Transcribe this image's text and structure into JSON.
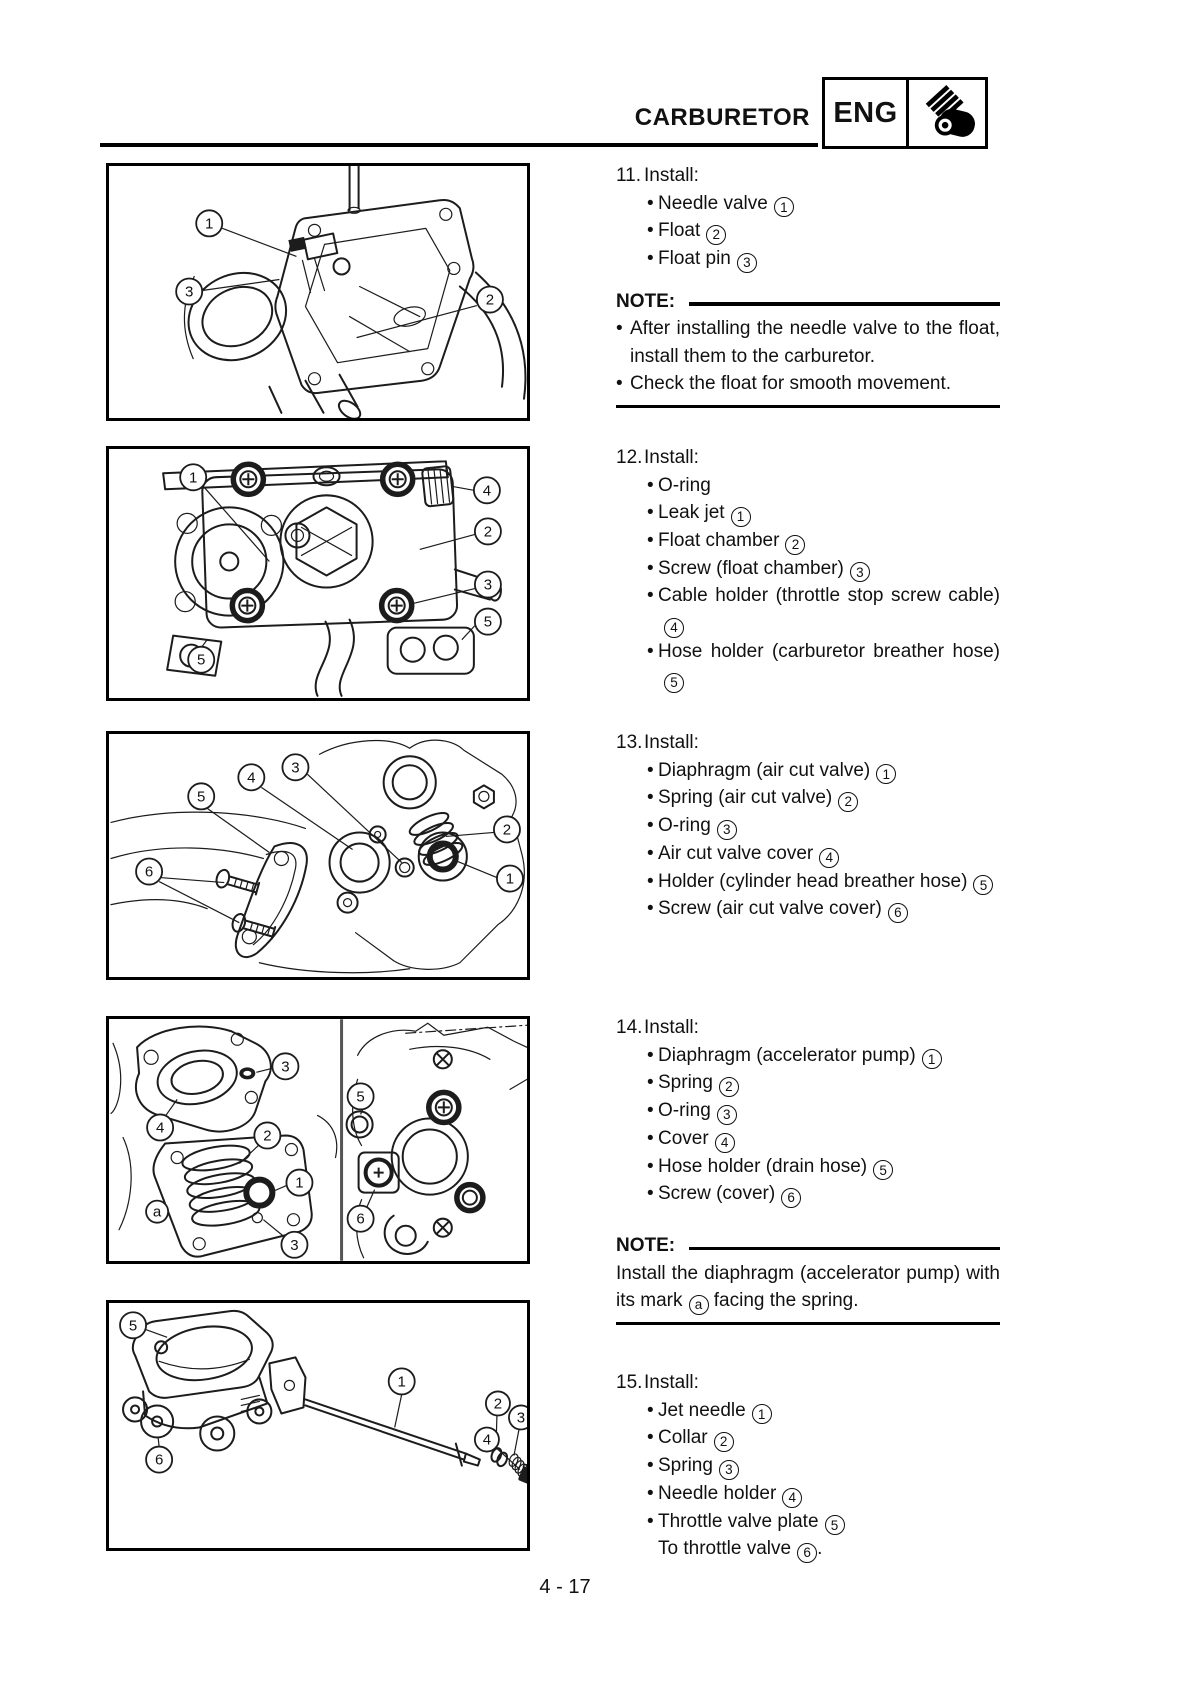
{
  "glyphs": {
    "bullet": "•"
  },
  "header": {
    "title": "CARBURETOR",
    "badge": "ENG",
    "icon": "piston-cylinder-icon"
  },
  "page_number": "4 - 17",
  "sections": [
    {
      "number": "11.",
      "action": "Install:",
      "items": [
        {
          "text": "Needle valve",
          "ref": "1"
        },
        {
          "text": "Float",
          "ref": "2"
        },
        {
          "text": "Float pin",
          "ref": "3"
        }
      ],
      "note": {
        "label": "NOTE:",
        "bullets": [
          "After installing the needle valve to the float, install them to the carburetor.",
          "Check the float for smooth movement."
        ]
      }
    },
    {
      "number": "12.",
      "action": "Install:",
      "items": [
        {
          "text": "O-ring",
          "ref": ""
        },
        {
          "text": "Leak jet",
          "ref": "1"
        },
        {
          "text": "Float chamber",
          "ref": "2"
        },
        {
          "text": "Screw (float chamber)",
          "ref": "3"
        },
        {
          "text": "Cable holder (throttle stop screw cable)",
          "ref": "4"
        },
        {
          "text": "Hose holder (carburetor breather hose)",
          "ref": "5"
        }
      ]
    },
    {
      "number": "13.",
      "action": "Install:",
      "items": [
        {
          "text": "Diaphragm (air cut valve)",
          "ref": "1"
        },
        {
          "text": "Spring (air cut valve)",
          "ref": "2"
        },
        {
          "text": "O-ring",
          "ref": "3"
        },
        {
          "text": "Air cut valve cover",
          "ref": "4"
        },
        {
          "text": "Holder (cylinder head breather hose)",
          "ref": "5"
        },
        {
          "text": "Screw (air cut valve cover)",
          "ref": "6"
        }
      ]
    },
    {
      "number": "14.",
      "action": "Install:",
      "items": [
        {
          "text": "Diaphragm (accelerator pump)",
          "ref": "1"
        },
        {
          "text": "Spring",
          "ref": "2"
        },
        {
          "text": "O-ring",
          "ref": "3"
        },
        {
          "text": "Cover",
          "ref": "4"
        },
        {
          "text": "Hose holder (drain hose)",
          "ref": "5"
        },
        {
          "text": "Screw (cover)",
          "ref": "6"
        }
      ],
      "note": {
        "label": "NOTE:",
        "line_before": "Install the diaphragm (accelerator pump) with its mark",
        "mark": "a",
        "line_after": "facing the spring."
      }
    },
    {
      "number": "15.",
      "action": "Install:",
      "items": [
        {
          "text": "Jet needle",
          "ref": "1"
        },
        {
          "text": "Collar",
          "ref": "2"
        },
        {
          "text": "Spring",
          "ref": "3"
        },
        {
          "text": "Needle holder",
          "ref": "4"
        },
        {
          "text": "Throttle valve plate",
          "ref": "5"
        },
        {
          "text": "To throttle valve",
          "ref": "6",
          "tail": "."
        }
      ]
    }
  ],
  "figures": [
    {
      "name": "carburetor-needle-valve-float",
      "callouts": [
        "1",
        "3",
        "2"
      ]
    },
    {
      "name": "float-chamber",
      "callouts": [
        "1",
        "4",
        "2",
        "3",
        "5",
        "5"
      ]
    },
    {
      "name": "air-cut-valve",
      "callouts": [
        "5",
        "4",
        "3",
        "2",
        "1",
        "6"
      ]
    },
    {
      "name": "accelerator-pump",
      "callouts": [
        "3",
        "4",
        "2",
        "1",
        "a",
        "3",
        "5",
        "6"
      ]
    },
    {
      "name": "throttle-valve-jet-needle",
      "callouts": [
        "5",
        "6",
        "1",
        "2",
        "3",
        "4"
      ]
    }
  ]
}
